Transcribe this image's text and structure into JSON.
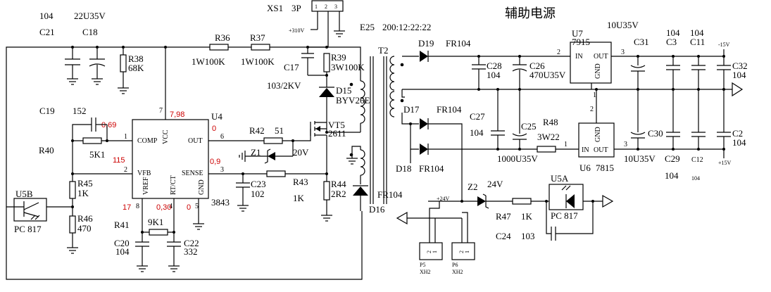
{
  "title": "辅助电源",
  "ic": {
    "u4": {
      "ref": "U4",
      "part": "3843",
      "pins": {
        "comp": "COMP",
        "vcc": "VCC",
        "out": "OUT",
        "vfb": "VFB",
        "vref": "VREF",
        "rtct": "RT/CT",
        "sense": "SENSE",
        "gnd": "GND"
      },
      "pin_numbers": {
        "comp": "1",
        "vfb": "2",
        "sense": "3",
        "gnd": "5",
        "out": "6",
        "vcc": "7",
        "vref": "8",
        "rtct": "4"
      }
    },
    "u7": {
      "ref": "U7",
      "part": "7915",
      "pins": {
        "in": "IN",
        "out": "OUT",
        "gnd": "GND"
      },
      "pin_numbers": {
        "in": "2",
        "out": "3",
        "gnd": "1"
      }
    },
    "u6": {
      "ref": "U6",
      "part": "7815",
      "pins": {
        "in": "IN",
        "out": "OUT",
        "gnd": "GND"
      },
      "pin_numbers": {
        "in": "1",
        "out": "3",
        "gnd": "2"
      }
    },
    "u5a": {
      "ref": "U5A",
      "part": "PC 817"
    },
    "u5b": {
      "ref": "U5B",
      "part": "PC 817"
    }
  },
  "connector": {
    "xs1": "XS1",
    "xs1_type": "3P",
    "pins": [
      "1",
      "2",
      "3"
    ],
    "supply": "+310V",
    "p5": "P5",
    "p5_type": "XH2",
    "p6": "P6",
    "p6_type": "XH2"
  },
  "caps": {
    "c21": "C21",
    "c21_val": "104",
    "c18": "C18",
    "c18_val": "22U35V",
    "c17": "C17",
    "c17_val": "103/2KV",
    "e25": "E25",
    "e25_val": "200:12:22:22",
    "c19": "C19",
    "c19_val": "152",
    "c20": "C20",
    "c20_val": "104",
    "c22": "C22",
    "c22_val": "332",
    "c23": "C23",
    "c23_val": "102",
    "c28": "C28",
    "c28_val": "104",
    "c26": "C26",
    "c26_val": "470U35V",
    "c27": "C27",
    "c27_val": "104",
    "c25": "C25",
    "c25_val": "1000U35V",
    "c31": "C31",
    "c31_val": "10U35V",
    "c3": "C3",
    "c3_val": "104",
    "c11": "C11",
    "c11_val": "104",
    "c32": "C32",
    "c32_val": "104",
    "c30": "C30",
    "c30_val": "10U35V",
    "c29": "C29",
    "c29_val": "104",
    "c12": "C12",
    "c12_val": "104",
    "c2": "C2",
    "c2_val": "104",
    "c24": "C24",
    "c24_val": "103"
  },
  "resistors": {
    "r36": "R36",
    "r36_val": "1W100K",
    "r37": "R37",
    "r37_val": "1W100K",
    "r38": "R38",
    "r38_val": "68K",
    "r39": "R39",
    "r39_val": "3W100K",
    "r40": "R40",
    "r40_val": "5K1",
    "r45": "R45",
    "r45_val": "1K",
    "r46": "R46",
    "r46_val": "470",
    "r41": "R41",
    "r41_val": "9K1",
    "r42": "R42",
    "r42_val": "51",
    "r43": "R43",
    "r43_val": "1K",
    "r44": "R44",
    "r44_val": "2R2",
    "r47": "R47",
    "r47_val": "1K",
    "r48": "R48",
    "r48_val": "3W22"
  },
  "semis": {
    "d15": "D15",
    "d15_val": "BYV26E",
    "d16": "D16",
    "d16_val": "FR104",
    "d17": "D17",
    "d17_val": "FR104",
    "d18": "D18",
    "d18_val": "FR104",
    "d19": "D19",
    "d19_val": "FR104",
    "vt5": "VT5",
    "vt5_val": "2611",
    "z1": "Z1",
    "z1_val": "20V",
    "z2": "Z2",
    "z2_val": "24V",
    "t2": "T2"
  },
  "rails": {
    "neg15": "-15V",
    "pos15": "+15V",
    "pos24": "+24V",
    "c11_top": "10U35V"
  },
  "measurements": {
    "comp": "0,69",
    "vcc": "7,98",
    "vfb": "115",
    "vref": "17",
    "rtct": "0,30",
    "gnd": "0",
    "out": "0",
    "sense": "0,9"
  }
}
